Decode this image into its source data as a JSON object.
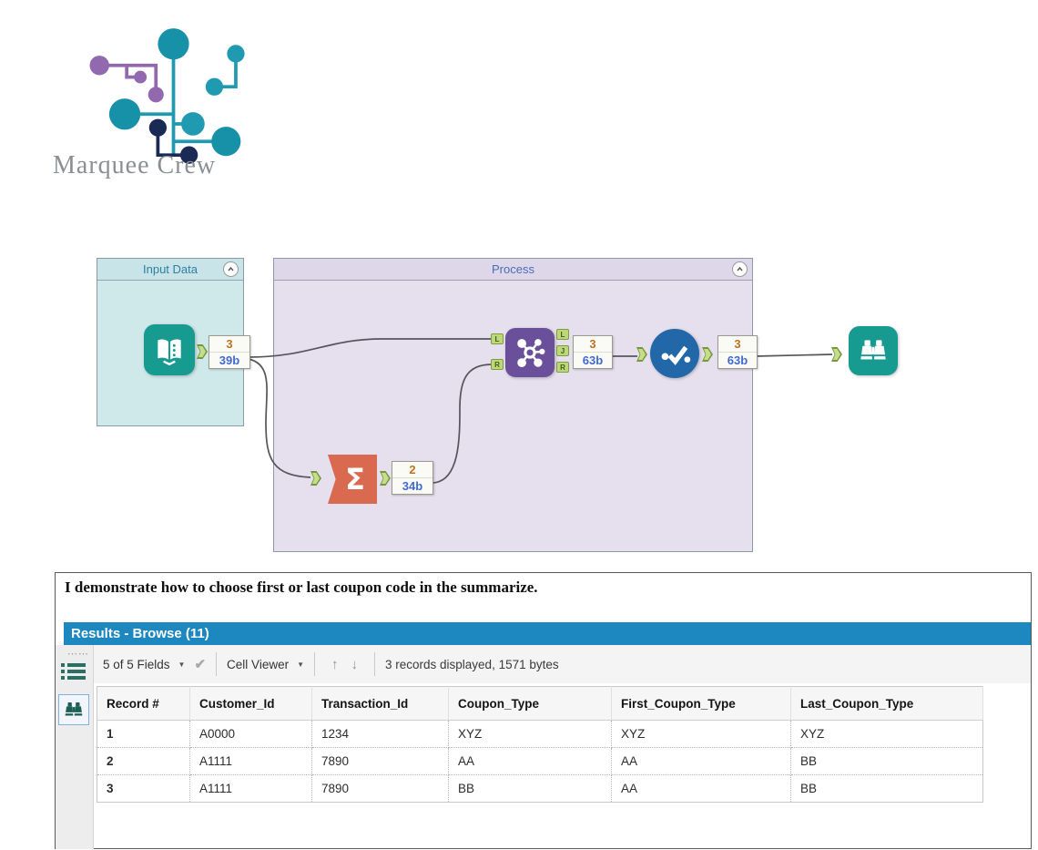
{
  "logo": {
    "title": "Marquee Crew"
  },
  "workflow": {
    "containers": [
      {
        "label": "Input Data"
      },
      {
        "label": "Process"
      }
    ],
    "tools": {
      "input": {
        "count": "3",
        "size": "39b"
      },
      "summarize": {
        "glyph": "Σ",
        "count": "2",
        "size": "34b"
      },
      "join": {
        "in_anchors": [
          "L",
          "R"
        ],
        "out_anchors": [
          "L",
          "J",
          "R"
        ],
        "count": "3",
        "size": "63b"
      },
      "unique": {
        "count": "3",
        "size": "63b"
      }
    }
  },
  "results": {
    "comment": "I demonstrate how to choose first or last coupon code in the summarize.",
    "title": "Results - Browse (11)",
    "toolbar": {
      "fields_label": "5 of 5 Fields",
      "cell_viewer_label": "Cell Viewer",
      "records_text": "3 records displayed, 1571 bytes"
    },
    "table": {
      "columns": [
        "Record #",
        "Customer_Id",
        "Transaction_Id",
        "Coupon_Type",
        "First_Coupon_Type",
        "Last_Coupon_Type"
      ],
      "rows": [
        [
          "1",
          "A0000",
          "1234",
          "XYZ",
          "XYZ",
          "XYZ"
        ],
        [
          "2",
          "A1111",
          "7890",
          "AA",
          "AA",
          "BB"
        ],
        [
          "3",
          "A1111",
          "7890",
          "BB",
          "AA",
          "BB"
        ]
      ]
    }
  },
  "icons": {
    "caret_down": "▼",
    "check": "✔",
    "arrow_up": "↑",
    "arrow_down": "↓",
    "overflow_dots": "⋯⋯"
  },
  "colors": {
    "teal_tool": "#179a90",
    "purple_tool": "#6a4f9a",
    "orange_tool": "#d96a50",
    "blue_tool": "#2268a8",
    "results_header_bar": "#1d87c0",
    "input_container_bg": "#cfe8ea",
    "process_container_bg": "#e5dfee",
    "annotation_count": "#bf7120",
    "annotation_size": "#4169cf"
  }
}
